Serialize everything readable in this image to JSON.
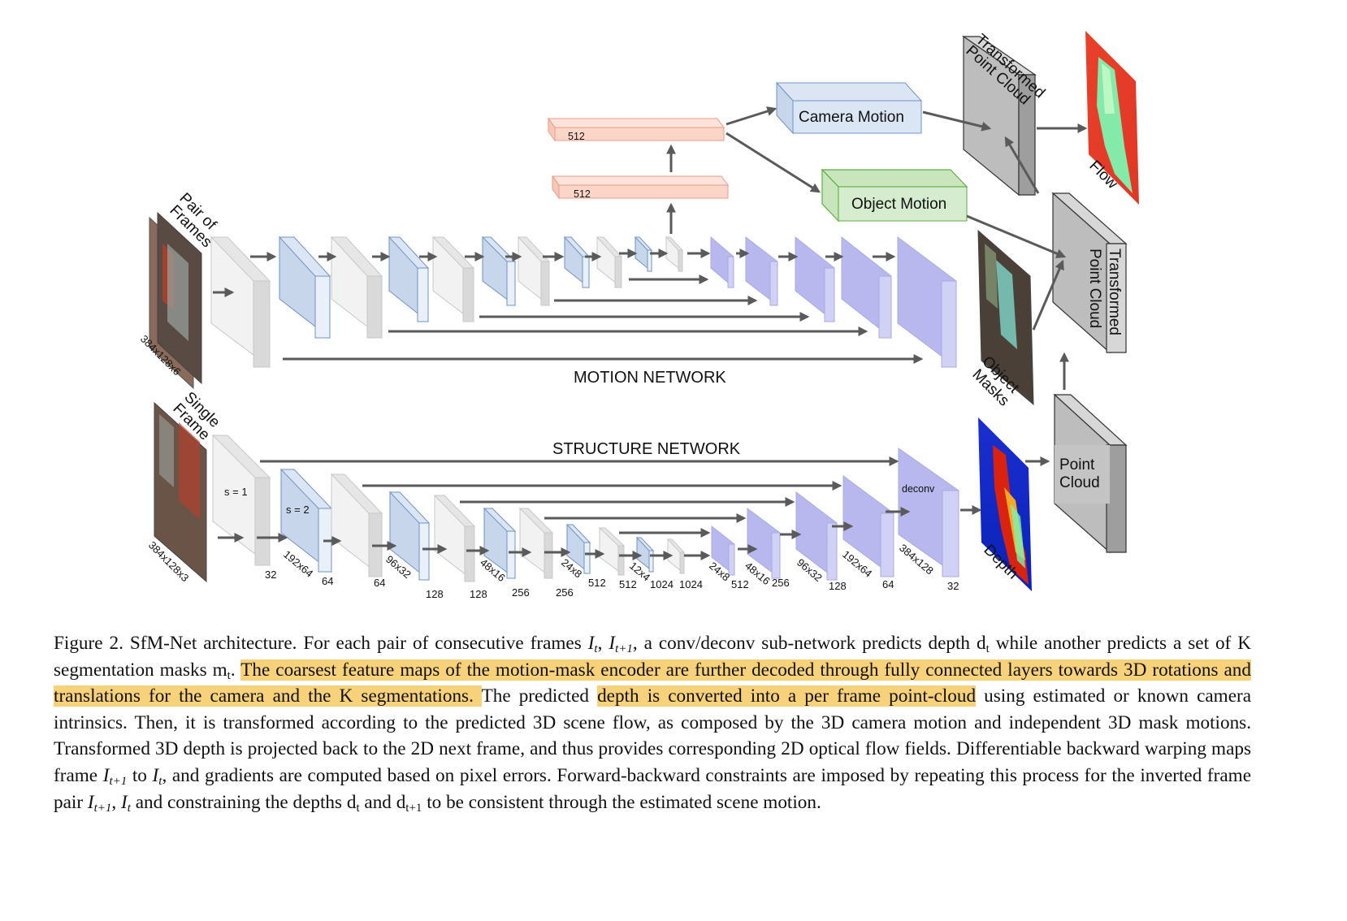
{
  "figure": {
    "motion_network_label": "MOTION NETWORK",
    "structure_network_label": "STRUCTURE NETWORK",
    "pair_of_frames_label_1": "Pair of",
    "pair_of_frames_label_2": "Frames",
    "motion_input_size": "384x128x6",
    "single_frame_label_1": "Single",
    "single_frame_label_2": "Frame",
    "structure_input_size": "384x128x3",
    "fc1_label": "512",
    "fc2_label": "512",
    "camera_motion_label": "Camera Motion",
    "object_motion_label": "Object Motion",
    "transformed_pc_top_1": "Transformed",
    "transformed_pc_top_2": "Point Cloud",
    "transformed_pc_mid_1": "Transformed",
    "transformed_pc_mid_2": "Point Cloud",
    "point_cloud_1": "Point",
    "point_cloud_2": "Cloud",
    "flow_label": "Flow",
    "object_masks_1": "Object",
    "object_masks_2": "Masks",
    "depth_label": "Depth",
    "stride1_label": "s  = 1",
    "stride2_label": "s = 2",
    "deconv_label": "deconv",
    "structure_dims": [
      "32",
      "192x64",
      "64",
      "64",
      "96x32",
      "128",
      "128",
      "48x16",
      "256",
      "256",
      "24x8",
      "512",
      "512",
      "12x4",
      "1024",
      "1024",
      "24x8",
      "512",
      "48x16",
      "256",
      "96x32",
      "128",
      "192x64",
      "64",
      "384x128",
      "32"
    ]
  },
  "caption": {
    "p1": "Figure 2.  SfM-Net architecture. For each pair of consecutive frames ",
    "p2": ", a conv/deconv sub-network predicts depth ",
    "p3": " while another predicts a set of ",
    "p4": " segmentation masks ",
    "p5": ". ",
    "h1": "The coarsest feature maps of the motion-mask encoder are further decoded through fully connected layers towards 3D rotations and translations for the camera and the ",
    "h1b": " segmentations. ",
    "p6": "The predicted ",
    "h2": "depth is converted into a per frame point-cloud",
    "p7": " using estimated or known camera intrinsics.  Then, it is transformed according to the predicted 3D scene flow, as composed by the 3D camera motion and independent 3D mask motions.  Transformed 3D depth is projected back to the 2D next frame, and thus provides corresponding 2D optical flow fields. Differentiable backward warping maps frame ",
    "p8": " to ",
    "p9": ", and gradients are computed based on pixel errors. Forward-backward constraints are imposed by repeating this process for the inverted frame pair ",
    "p10": " and constraining the depths ",
    "p11": " and ",
    "p12": " to be consistent through the estimated scene motion.",
    "math_It": "I",
    "math_t": "t",
    "math_t1": "t+1",
    "math_d": "d",
    "math_m": "m",
    "math_K": "K",
    "comma": ", "
  }
}
